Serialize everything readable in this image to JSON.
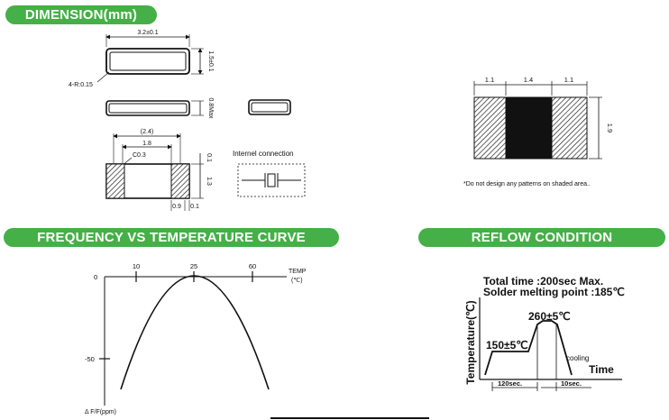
{
  "headers": {
    "dimension": "DIMENSION(mm)",
    "frequency": "FREQUENCY VS TEMPERATURE CURVE",
    "reflow": "REFLOW CONDITION"
  },
  "dimension": {
    "length": "3.2±0.1",
    "width": "1.5±0.1",
    "corner_radius": "4-R:0.15",
    "height": "0.8Max",
    "pitch": "(2.4)",
    "inner": "1.8",
    "chamfer": "C0.3",
    "side_a": "0.1",
    "side_b": "1.3",
    "pad_w": "0.9",
    "gap": "0.1",
    "internal_connection": "Internel connection"
  },
  "pattern": {
    "d1": "1.1",
    "d2": "1.4",
    "d3": "1.1",
    "h": "1.9",
    "note": "*Do not design any patterns on shaded area.."
  },
  "freq_curve": {
    "ticks": [
      "10",
      "25",
      "60"
    ],
    "temp_label": "TEMP",
    "temp_unit": "(℃)",
    "y_zero": "0",
    "y_min": "-50",
    "y_label": "Δ F/F(ppm)"
  },
  "reflow": {
    "total_time": "Total time :200sec Max.",
    "melting": "Solder melting point :185℃",
    "peak": "260±5℃",
    "preheat": "150±5℃",
    "cooling": "cooling",
    "y_label": "Temperature(℃)",
    "x_label": "Time",
    "t1": "120sec.",
    "t2": "10sec."
  },
  "colors": {
    "header_green": "#44b047"
  }
}
